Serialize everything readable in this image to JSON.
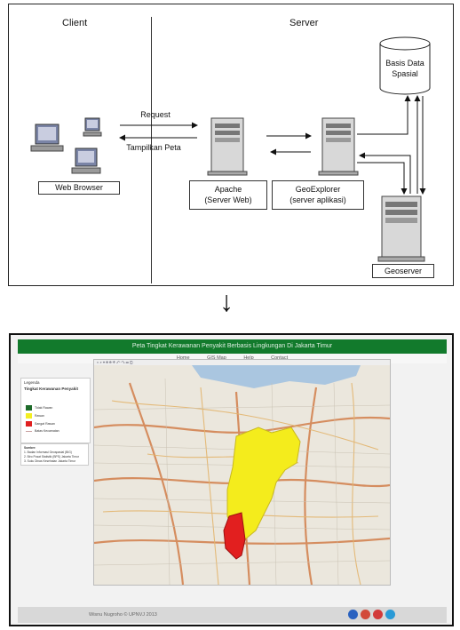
{
  "diagram": {
    "client_title": "Client",
    "server_title": "Server",
    "request_label": "Request",
    "response_label": "Tampilkan Peta",
    "web_browser": "Web Browser",
    "apache_line1": "Apache",
    "apache_line2": "(Server Web)",
    "geoexplorer_line1": "GeoExplorer",
    "geoexplorer_line2": "(server aplikasi)",
    "database_line1": "Basis Data",
    "database_line2": "Spasial",
    "geoserver": "Geoserver",
    "flow_arrow": "↓"
  },
  "webapp": {
    "title": "Peta Tingkat Kerawanan Penyakit Berbasis Lingkungan Di Jakarta Timur",
    "nav": [
      "Home",
      "GIS Map",
      "Help",
      "Contact"
    ],
    "legend_title": "Legenda",
    "legend_subtitle": "Tingkat Kerawanan Penyakit",
    "legend_items": [
      {
        "label": "Tidak Rawan",
        "color": "#1e6b2a"
      },
      {
        "label": "Rawan",
        "color": "#f3ee22"
      },
      {
        "label": "Sangat Rawan",
        "color": "#e02020"
      },
      {
        "label": "Batas Kecamatan",
        "color": "#c8a0a0"
      }
    ],
    "sources_title": "Sumber:",
    "sources": [
      "1. Badan Informasi Geospasial (BIG)",
      "2. Biro Pusat Statistik (BPS) Jakarta Timur",
      "3. Suku Dinas Kesehatan Jakarta Timur"
    ],
    "footer_credit": "Wisnu Nugroho © UPNVJ 2013",
    "social_colors": [
      "#2a62c0",
      "#d24a3a",
      "#d23a3a",
      "#2a9ad6"
    ]
  }
}
